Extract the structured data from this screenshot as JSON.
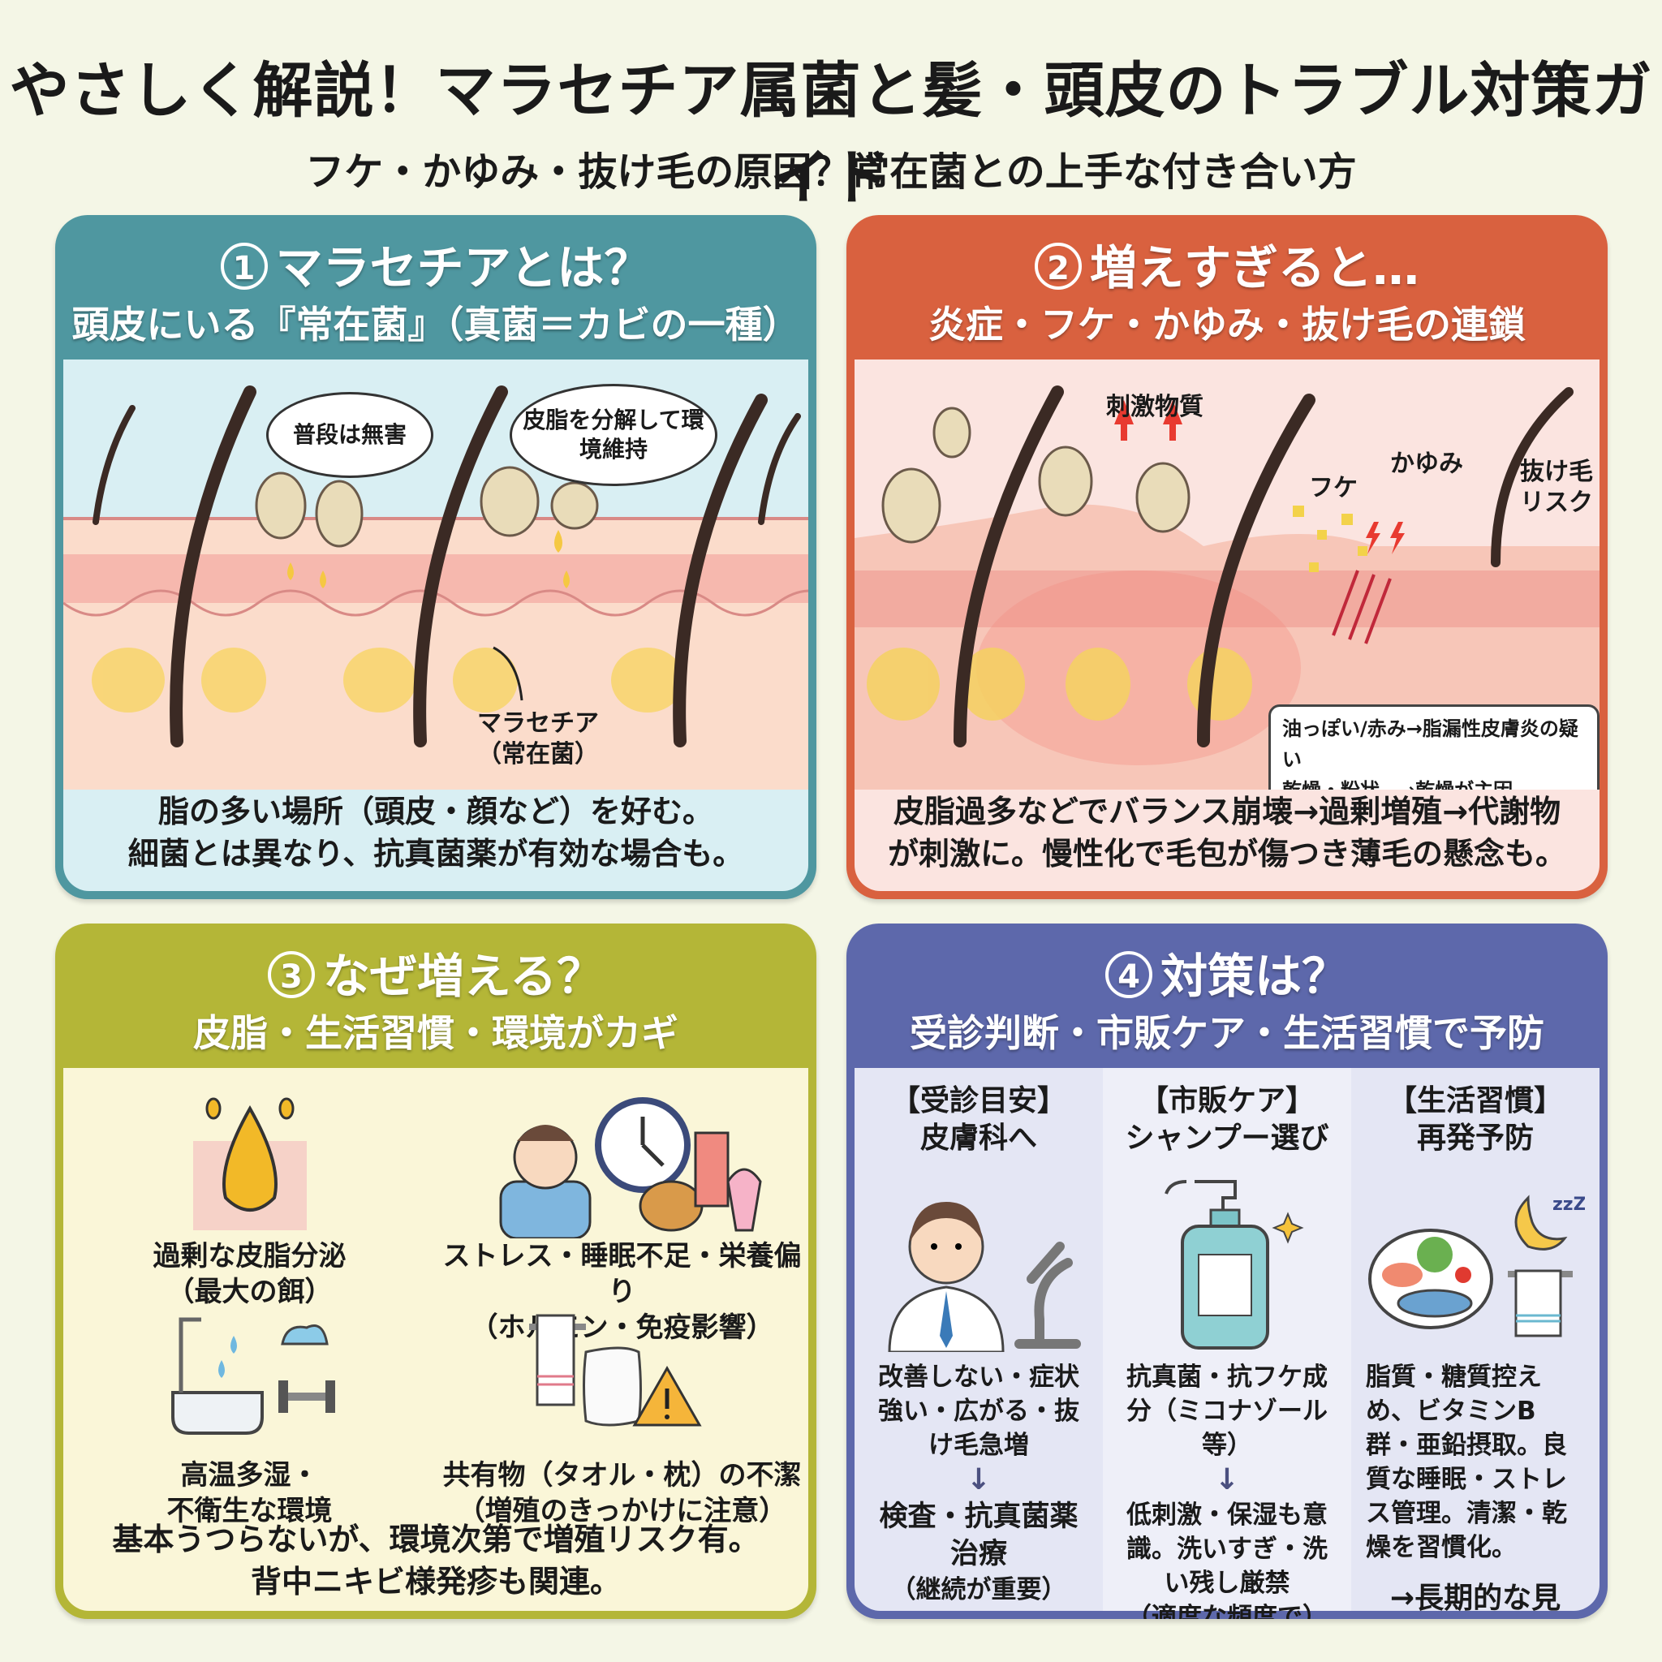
{
  "header": {
    "title": "やさしく解説！マラセチア属菌と髪・頭皮のトラブル対策ガイド",
    "subtitle": "フケ・かゆみ・抜け毛の原因？常在菌との上手な付き合い方"
  },
  "colors": {
    "background": "#f4f6e6",
    "card1": "#4f97a0",
    "card2": "#d9613f",
    "card3": "#b4b637",
    "card4": "#5d68ab"
  },
  "cards": [
    {
      "number": "1",
      "heading": "マラセチアとは？",
      "subheading": "頭皮にいる『常在菌』（真菌＝カビの一種）",
      "bubbles": [
        "普段は無害",
        "皮脂を分解して環境維持"
      ],
      "label": "マラセチア（常在菌）",
      "caption_lines": [
        "脂の多い場所（頭皮・顔など）を好む。",
        "細菌とは異なり、抗真菌薬が有効な場合も。"
      ]
    },
    {
      "number": "2",
      "heading": "増えすぎると…",
      "subheading": "炎症・フケ・かゆみ・抜け毛の連鎖",
      "labels": [
        "刺激物質",
        "フケ",
        "かゆみ",
        "抜け毛リスク"
      ],
      "note_lines": [
        "油っぽい/赤み→脂漏性皮膚炎の疑い",
        "乾燥・粉状　→乾燥が主因"
      ],
      "caption_lines": [
        "皮脂過多などでバランス崩壊→過剰増殖→代謝物",
        "が刺激に。慢性化で毛包が傷つき薄毛の懸念も。"
      ]
    },
    {
      "number": "3",
      "heading": "なぜ増える？",
      "subheading": "皮脂・生活習慣・環境がカギ",
      "causes": [
        {
          "title": "過剰な皮脂分泌",
          "note": "（最大の餌）",
          "icon": "oil-drop-icon"
        },
        {
          "title": "ストレス・睡眠不足・栄養偏り",
          "note": "（ホルモン・免疫影響）",
          "icon": "stress-clock-food-icon"
        },
        {
          "title": "高温多湿・",
          "note": "不衛生な環境",
          "icon": "bath-humidity-icon"
        },
        {
          "title": "共有物（タオル・枕）の不潔",
          "note": "（増殖のきっかけに注意）",
          "icon": "towel-pillow-warning-icon"
        }
      ],
      "caption_lines": [
        "基本うつらないが、環境次第で増殖リスク有。",
        "背中ニキビ様発疹も関連。"
      ]
    },
    {
      "number": "4",
      "heading": "対策は？",
      "subheading": "受診判断・市販ケア・生活習慣で予防",
      "columns": [
        {
          "title": "【受診目安】",
          "subtitle": "皮膚科へ",
          "icon": "doctor-microscope-icon",
          "text": "改善しない・症状強い・広がる・抜け毛急増",
          "arrow": "↓",
          "result": "検査・抗真菌薬治療",
          "note": "（継続が重要）"
        },
        {
          "title": "【市販ケア】",
          "subtitle": "シャンプー選び",
          "icon": "shampoo-bottle-icon",
          "text": "抗真菌・抗フケ成分（ミコナゾール等）",
          "arrow": "↓",
          "result": "低刺激・保湿も意識。洗いすぎ・洗い残し厳禁",
          "note": "（適度な頻度で）"
        },
        {
          "title": "【生活習慣】",
          "subtitle": "再発予防",
          "icon": "meal-sleep-towel-icon",
          "text": "脂質・糖質控えめ、ビタミンB群・亜鉛摂取。良質な睡眠・ストレス管理。清潔・乾燥を習慣化。",
          "arrow": "",
          "result": "→長期的な見直しがカギ！",
          "note": ""
        }
      ]
    }
  ]
}
